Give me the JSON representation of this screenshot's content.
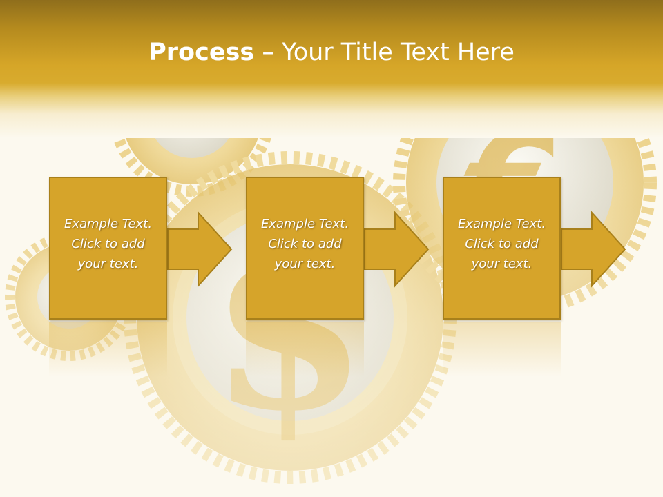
{
  "slide": {
    "title_bold": "Process",
    "title_rest": " – Your Title Text Here",
    "steps": [
      {
        "lines": [
          "Example Text.",
          "Click  to add",
          "your text."
        ]
      },
      {
        "lines": [
          "Example Text.",
          "Click  to add",
          "your text."
        ]
      },
      {
        "lines": [
          "Example Text.",
          "Click  to add",
          "your text."
        ]
      }
    ]
  },
  "colors": {
    "header": "#d6a628",
    "box_fill": "#d6a42a",
    "box_border": "#a8801b",
    "background": "#fcf9ef",
    "text": "#ffffff"
  },
  "icons": [
    "gear-icon",
    "yen-symbol",
    "dollar-symbol",
    "euro-symbol"
  ]
}
